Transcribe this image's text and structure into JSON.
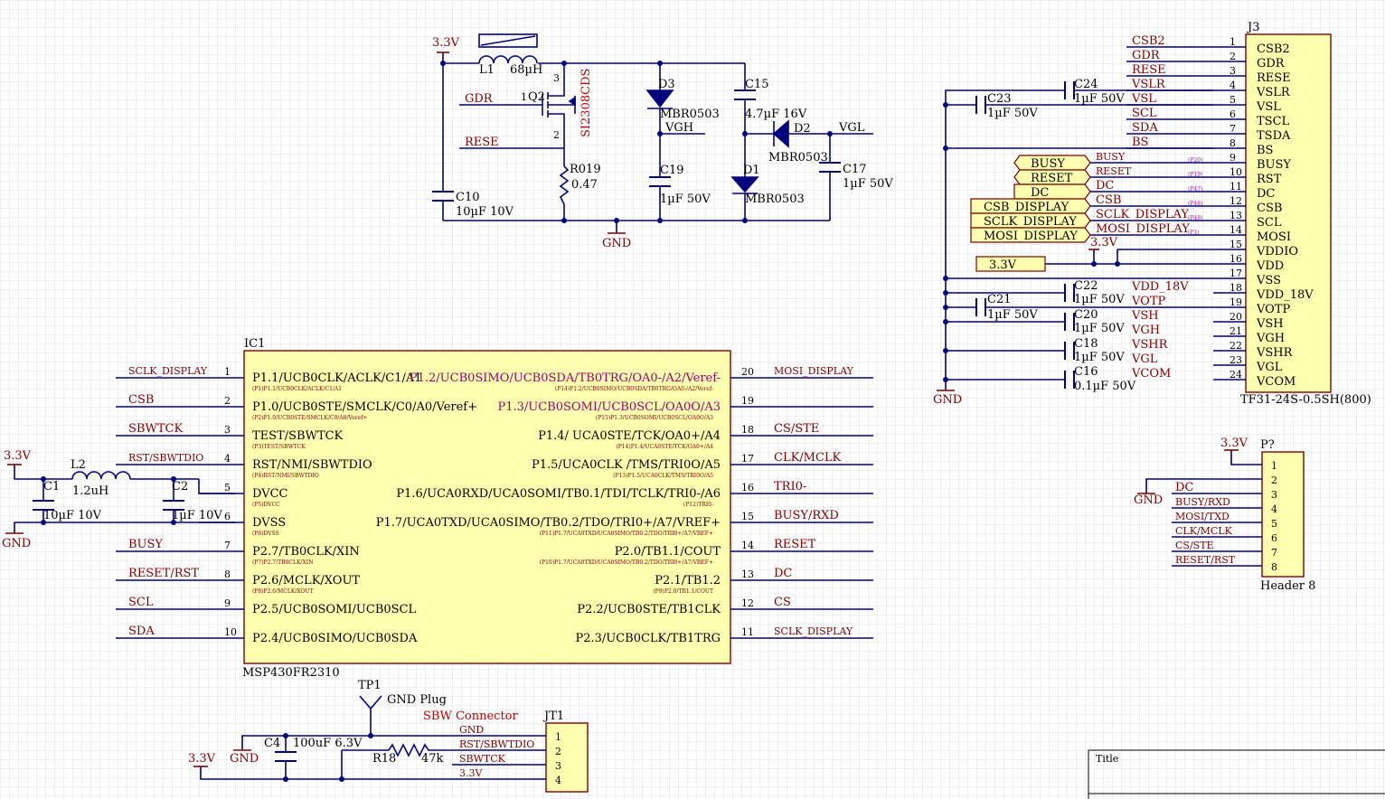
{
  "colors": {
    "wire": "#00007f",
    "text": "#000000",
    "net": "#7f0000",
    "body_fill": "#ffffb0",
    "body_stroke": "#7f0000",
    "grid": "#c4c4c4",
    "power": "#7f0000",
    "pink": "#c000c0"
  },
  "power": {
    "top_3v3": "3.3V",
    "gnd_top": "GND",
    "left_3v3": "3.3V",
    "left_gnd": "GND",
    "j3_3v3": "3.3V",
    "j3_gnd": "GND",
    "p_3v3": "3.3V",
    "p_gnd": "GND",
    "bottom_3v3": "3.3V",
    "bottom_gnd": "GND"
  },
  "components": {
    "L1": {
      "ref": "L1",
      "value": "68µH"
    },
    "Q2": {
      "ref": "Q2",
      "value": "SI2308CDS",
      "pin1": "1",
      "pin2": "2",
      "pin3": "3"
    },
    "R019": {
      "ref": "R019",
      "value": "0.47"
    },
    "D3": {
      "ref": "D3",
      "value": "MBR0503"
    },
    "C15": {
      "ref": "C15",
      "value": "4.7µF 16V"
    },
    "D2": {
      "ref": "D2",
      "value": "MBR0503"
    },
    "D1": {
      "ref": "D1",
      "value": "MBR0503"
    },
    "C19": {
      "ref": "C19",
      "value": "1µF 50V"
    },
    "C17": {
      "ref": "C17",
      "value": "1µF 50V"
    },
    "C10": {
      "ref": "C10",
      "value": "10µF 10V"
    },
    "L2": {
      "ref": "L2",
      "value": "1.2uH"
    },
    "C1": {
      "ref": "C1",
      "value": "10µF 10V"
    },
    "C2": {
      "ref": "C2",
      "value": "1µF 10V"
    },
    "C4": {
      "ref": "C4",
      "value": "100uF 6.3V"
    },
    "R18": {
      "ref": "R18",
      "value": "47k"
    },
    "TP1": {
      "ref": "TP1",
      "value": "GND Plug"
    },
    "C23": {
      "ref": "C23",
      "value": "1µF 50V"
    },
    "C24": {
      "ref": "C24",
      "value": "1µF 50V"
    },
    "C21": {
      "ref": "C21",
      "value": "1µF 50V"
    },
    "C22": {
      "ref": "C22",
      "value": "1µF 50V"
    },
    "C20": {
      "ref": "C20",
      "value": "1µF 50V"
    },
    "C18": {
      "ref": "C18",
      "value": "1µF 50V"
    },
    "C16": {
      "ref": "C16",
      "value": "0.1µF 50V"
    }
  },
  "boost_nets": {
    "gdr": "GDR",
    "rese": "RESE",
    "vgh": "VGH",
    "vgl": "VGL"
  },
  "ic1": {
    "ref": "IC1",
    "part": "MSP430FR2310",
    "left_pins": [
      {
        "num": "1",
        "name": "P1.1/UCB0CLK/ACLK/C1/A1",
        "sub": "(P1)P1.1/UCB0CLK/ACLK/C1/A1",
        "net": "SCLK_DISPLAY"
      },
      {
        "num": "2",
        "name": "P1.0/UCB0STE/SMCLK/C0/A0/Veref+",
        "sub": "(P2)P1.0/UCB0STE/SMCLK/C0/A0/Veref+",
        "net": "CSB"
      },
      {
        "num": "3",
        "name": "TEST/SBWTCK",
        "sub": "(P3)TEST/SBWTCK",
        "net": "SBWTCK"
      },
      {
        "num": "4",
        "name": "RST/NMI/SBWTDIO",
        "sub": "(P4)RST/NMI/SBWTDIO",
        "net": "RST/SBWTDIO"
      },
      {
        "num": "5",
        "name": "DVCC",
        "sub": "(P5)DVCC",
        "net": ""
      },
      {
        "num": "6",
        "name": "DVSS",
        "sub": "(P6)DVSS",
        "net": ""
      },
      {
        "num": "7",
        "name": "P2.7/TB0CLK/XIN",
        "sub": "(P7)P2.7/TB0CLK/XIN",
        "net": "BUSY"
      },
      {
        "num": "8",
        "name": "P2.6/MCLK/XOUT",
        "sub": "(P8)P2.6/MCLK/XOUT",
        "net": "RESET/RST"
      },
      {
        "num": "9",
        "name": "P2.5/UCB0SOMI/UCB0SCL",
        "sub": "",
        "net": "SCL"
      },
      {
        "num": "10",
        "name": "P2.4/UCB0SIMO/UCB0SDA",
        "sub": "",
        "net": "SDA"
      }
    ],
    "right_pins": [
      {
        "num": "20",
        "name": "P1.2/UCB0SIMO/UCB0SDA/TB0TRG/OA0-/A2/Veref-",
        "sub": "(P14)P1.2/UCB0SIMO/UCB0SDA/TB0TRG/OA0-/A2/Veref-",
        "net": "MOSI_DISPLAY"
      },
      {
        "num": "19",
        "name": "P1.3/UCB0SOMI/UCB0SCL/OA0O/A3",
        "sub": "(P15)P1.3/UCB0SOMI/UCB0SCL/OA0O/A3",
        "net": ""
      },
      {
        "num": "18",
        "name": "P1.4/ UCA0STE/TCK/OA0+/A4",
        "sub": "(P14)P1.4/UCA0STE/TCK/OA0+/A4",
        "net": "CS/STE"
      },
      {
        "num": "17",
        "name": "P1.5/UCA0CLK /TMS/TRI0O/A5",
        "sub": "(P13)P1.5/UCA0CLK/TMS/TRI0O/A5",
        "net": "CLK/MCLK"
      },
      {
        "num": "16",
        "name": "P1.6/UCA0RXD/UCA0SOMI/TB0.1/TDI/TCLK/TRI0-/A6",
        "sub": "(P12)TRI0-",
        "net": "TRI0-"
      },
      {
        "num": "15",
        "name": "P1.7/UCA0TXD/UCA0SIMO/TB0.2/TDO/TRI0+/A7/VREF+",
        "sub": "(P11)P1.7/UCA0TXD/UCA0SIMO/TB0.2/TDO/TRI0+/A7/VREF+",
        "net": "BUSY/RXD"
      },
      {
        "num": "14",
        "name": "P2.0/TB1.1/COUT",
        "sub": "(P10)P1.7/UCA0TXD/UCA0SIMO/TB0.2/TDO/TRI0+/A7/VREF+",
        "net": "RESET"
      },
      {
        "num": "13",
        "name": "P2.1/TB1.2",
        "sub": "(P9)P2.0/TB1.1/COUT",
        "net": "DC"
      },
      {
        "num": "12",
        "name": "P2.2/UCB0STE/TB1CLK",
        "sub": "",
        "net": "CS"
      },
      {
        "num": "11",
        "name": "P2.3/UCB0CLK/TB1TRG",
        "sub": "",
        "net": "SCLK_DISPLAY"
      }
    ]
  },
  "j3": {
    "ref": "J3",
    "part": "TF31-24S-0.5SH(800)",
    "pins": [
      {
        "num": "1",
        "name": "CSB2",
        "net": "CSB2"
      },
      {
        "num": "2",
        "name": "GDR",
        "net": "GDR"
      },
      {
        "num": "3",
        "name": "RESE",
        "net": "RESE"
      },
      {
        "num": "4",
        "name": "VSLR",
        "net": "VSLR"
      },
      {
        "num": "5",
        "name": "VSL",
        "net": "VSL"
      },
      {
        "num": "6",
        "name": "TSCL",
        "net": "SCL"
      },
      {
        "num": "7",
        "name": "TSDA",
        "net": "SDA"
      },
      {
        "num": "8",
        "name": "BS",
        "net": "BS"
      },
      {
        "num": "9",
        "name": "BUSY",
        "net": "BUSY"
      },
      {
        "num": "10",
        "name": "RST",
        "net": "RESET"
      },
      {
        "num": "11",
        "name": "DC",
        "net": "DC"
      },
      {
        "num": "12",
        "name": "CSB",
        "net": "CSB"
      },
      {
        "num": "13",
        "name": "SCL",
        "net": "SCLK_DISPLAY"
      },
      {
        "num": "14",
        "name": "MOSI",
        "net": "MOSI_DISPLAY"
      },
      {
        "num": "15",
        "name": "VDDIO",
        "net": ""
      },
      {
        "num": "16",
        "name": "VDD",
        "net": ""
      },
      {
        "num": "17",
        "name": "VSS",
        "net": ""
      },
      {
        "num": "18",
        "name": "VDD_18V",
        "net": "VDD_18V"
      },
      {
        "num": "19",
        "name": "VOTP",
        "net": "VOTP"
      },
      {
        "num": "20",
        "name": "VSH",
        "net": "VSH"
      },
      {
        "num": "21",
        "name": "VGH",
        "net": "VGH"
      },
      {
        "num": "22",
        "name": "VSHR",
        "net": "VSHR"
      },
      {
        "num": "23",
        "name": "VGL",
        "net": "VGL"
      },
      {
        "num": "24",
        "name": "VCOM",
        "net": "VCOM"
      }
    ],
    "probes": [
      "(P20)",
      "(P19)",
      "(P47)",
      "(P48)",
      "(P48)",
      "(P1)"
    ],
    "ports": [
      "BUSY",
      "RESET",
      "DC",
      "CSB_DISPLAY",
      "SCLK_DISPLAY",
      "MOSI_DISPLAY",
      "3.3V"
    ]
  },
  "header8": {
    "ref": "P?",
    "part": "Header 8",
    "pins": [
      {
        "num": "1",
        "net": ""
      },
      {
        "num": "2",
        "net": ""
      },
      {
        "num": "3",
        "net": "DC"
      },
      {
        "num": "4",
        "net": "BUSY/RXD"
      },
      {
        "num": "5",
        "net": "MOSI/TXD"
      },
      {
        "num": "6",
        "net": "CLK/MCLK"
      },
      {
        "num": "7",
        "net": "CS/STE"
      },
      {
        "num": "8",
        "net": "RESET/RST"
      }
    ]
  },
  "jt1": {
    "ref": "JT1",
    "part": "SBW Connector",
    "pins": [
      {
        "num": "1",
        "net": "GND"
      },
      {
        "num": "2",
        "net": "RST/SBWTDIO"
      },
      {
        "num": "3",
        "net": "SBWTCK"
      },
      {
        "num": "4",
        "net": "3.3V"
      }
    ]
  },
  "title_block": {
    "label": "Title"
  }
}
